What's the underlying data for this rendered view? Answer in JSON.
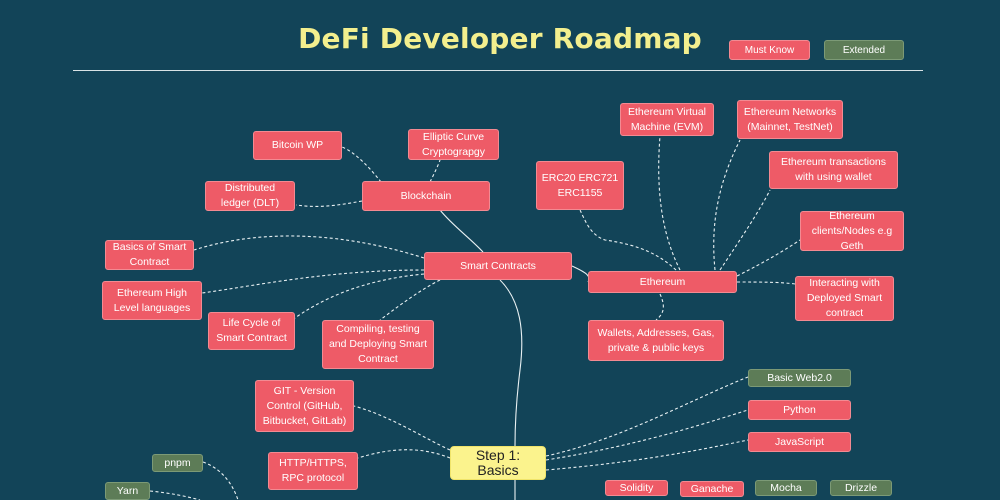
{
  "title": "DeFi Developer Roadmap",
  "legend": {
    "must_know": "Must Know",
    "extended": "Extended"
  },
  "colors": {
    "background": "#124458",
    "must_know": "#ee5b67",
    "extended": "#5d7c57",
    "step": "#fbf38d",
    "title": "#f3ef8e"
  },
  "nodes": {
    "bitcoin_wp": "Bitcoin WP",
    "elliptic_curve": "Elliptic Curve Cryptograpgy",
    "distributed_ledger": "Distributed ledger (DLT)",
    "blockchain": "Blockchain",
    "basics_smart_contract": "Basics of Smart Contract",
    "smart_contracts": "Smart Contracts",
    "eth_high_level_languages": "Ethereum High Level languages",
    "life_cycle": "Life Cycle of Smart Contract",
    "compiling_testing": "Compiling, testing and Deploying Smart Contract",
    "erc_standards": "ERC20 ERC721 ERC1155",
    "evm": "Ethereum Virtual Machine (EVM)",
    "eth_networks": "Ethereum Networks (Mainnet, TestNet)",
    "eth_transactions": "Ethereum transactions with using wallet",
    "eth_clients": "Ethereum clients/Nodes e.g Geth",
    "ethereum": "Ethereum",
    "interacting_contract": "Interacting with Deployed Smart contract",
    "wallets": "Wallets, Addresses, Gas, private & public keys",
    "git": "GIT - Version Control (GitHub, Bitbucket, GitLab)",
    "basic_web2": "Basic Web2.0",
    "python": "Python",
    "javascript": "JavaScript",
    "step1": "Step 1: Basics",
    "http": "HTTP/HTTPS, RPC protocol",
    "pnpm": "pnpm",
    "yarn": "Yarn",
    "solidity": "Solidity",
    "ganache": "Ganache",
    "mocha": "Mocha",
    "drizzle": "Drizzle"
  }
}
